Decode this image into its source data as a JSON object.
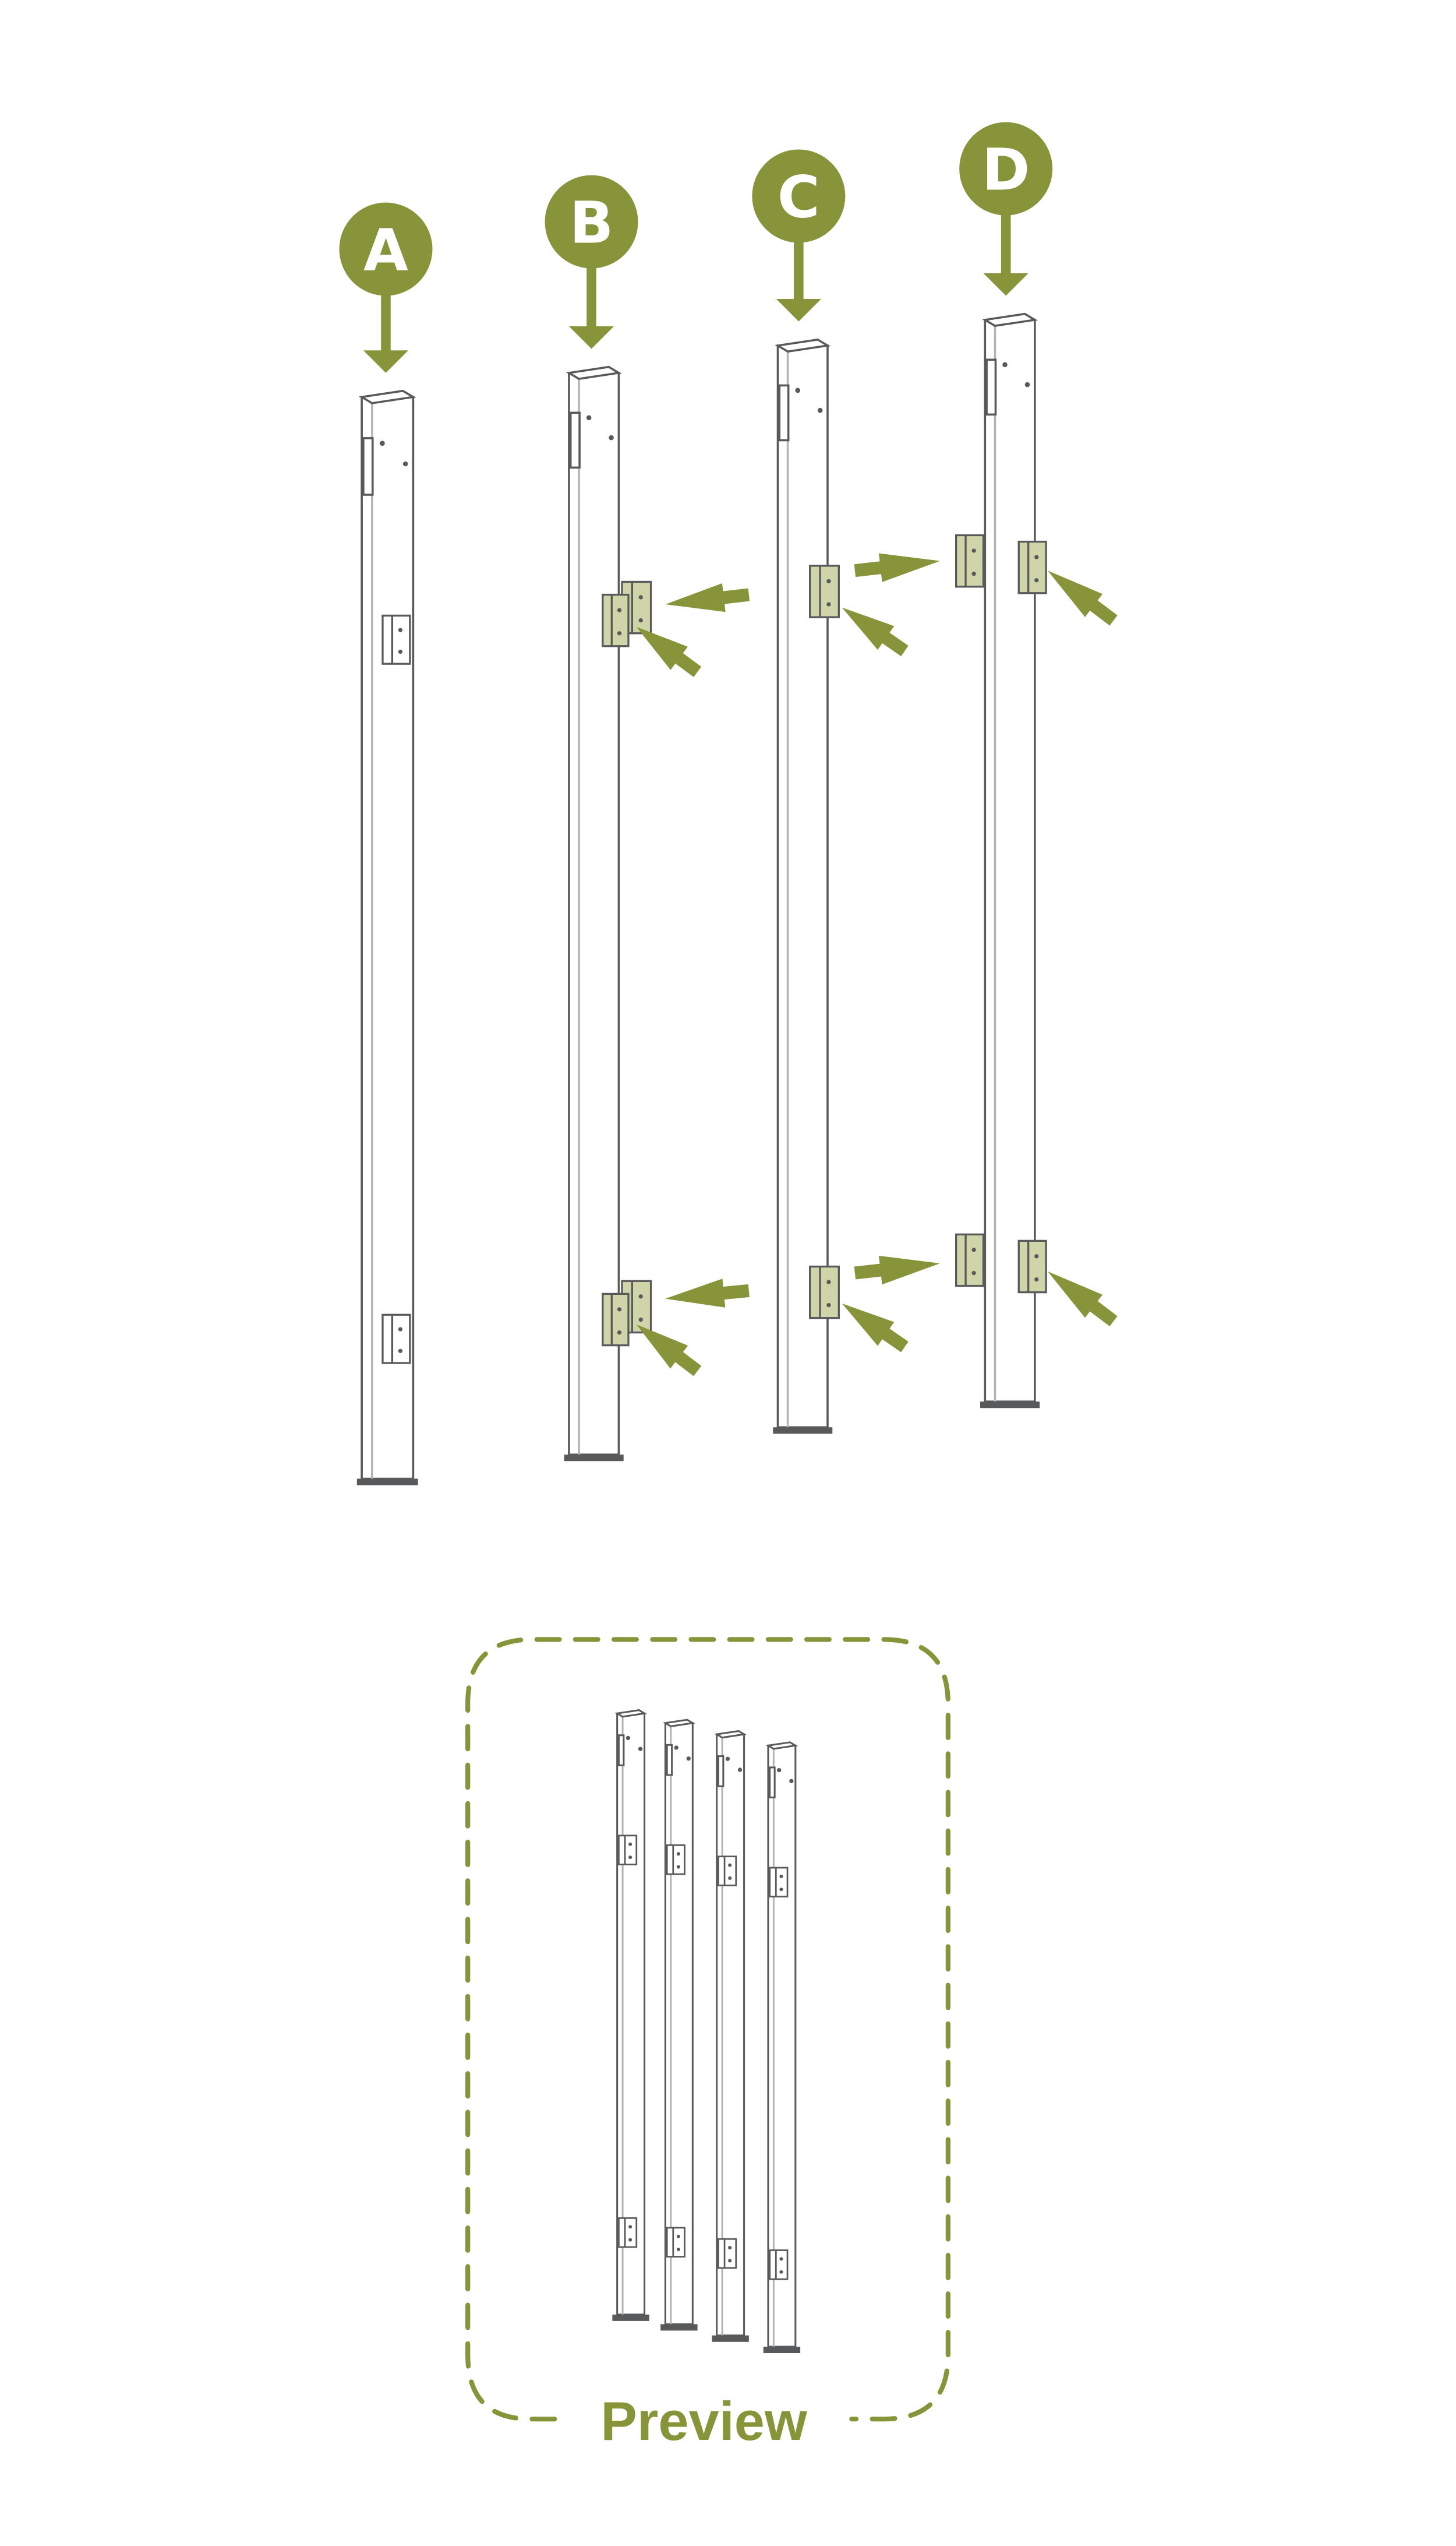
{
  "colors": {
    "accent": "#87943a",
    "bracket": "#cfd5a8",
    "outline": "#58595b",
    "inner_edge": "#b3b3b8"
  },
  "posts": [
    {
      "label": "A",
      "icon": "post-a"
    },
    {
      "label": "B",
      "icon": "post-b"
    },
    {
      "label": "C",
      "icon": "post-c"
    },
    {
      "label": "D",
      "icon": "post-d"
    }
  ],
  "preview": {
    "label": "Preview"
  }
}
